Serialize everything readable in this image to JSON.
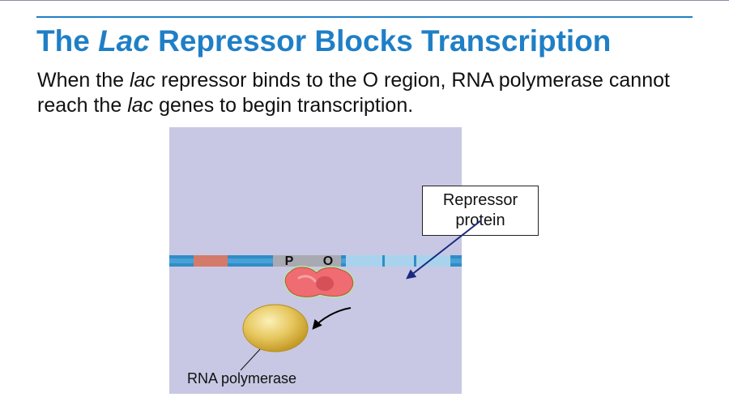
{
  "slide": {
    "title_pre": "The ",
    "title_italic": "Lac",
    "title_post": " Repressor Blocks Transcription",
    "subtitle": {
      "part1": "When the ",
      "italic1": "lac",
      "part2": " repressor binds to the O region, RNA polymerase cannot reach the ",
      "italic2": "lac",
      "part3": " genes to begin transcription."
    }
  },
  "diagram": {
    "promoter_label": "P",
    "operator_label": "O",
    "callout_line1": "Repressor",
    "callout_line2": "protein",
    "polymerase_label": "RNA polymerase",
    "colors": {
      "background": "#c8c8e4",
      "dna": "#2f8dc8",
      "dna_light": "#a9d3ec",
      "regulatory_gene": "#d47a6a",
      "promoter_operator": "#a9a9b2",
      "repressor": "#ee6c72",
      "polymerase": "#e3c35a",
      "arrow": "#1a2a80",
      "title": "#1f7fc6"
    }
  }
}
